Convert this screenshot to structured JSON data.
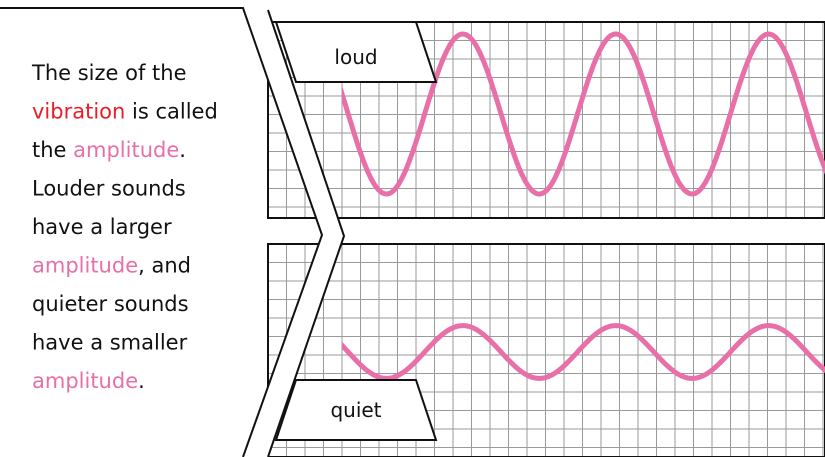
{
  "text_panel": {
    "lines": [
      [
        {
          "t": "The size of the",
          "c": "default"
        }
      ],
      [
        {
          "t": "vibration",
          "c": "red"
        },
        {
          "t": " is called",
          "c": "default"
        }
      ],
      [
        {
          "t": "the ",
          "c": "default"
        },
        {
          "t": "amplitude",
          "c": "pink"
        },
        {
          "t": ".",
          "c": "default"
        }
      ],
      [
        {
          "t": "Louder sounds",
          "c": "default"
        }
      ],
      [
        {
          "t": "have a larger",
          "c": "default"
        }
      ],
      [
        {
          "t": "amplitude",
          "c": "pink"
        },
        {
          "t": ", and",
          "c": "default"
        }
      ],
      [
        {
          "t": "quieter sounds",
          "c": "default"
        }
      ],
      [
        {
          "t": "have a smaller",
          "c": "default"
        }
      ],
      [
        {
          "t": "amplitude",
          "c": "pink"
        },
        {
          "t": ".",
          "c": "default"
        }
      ]
    ]
  },
  "waves": {
    "loud": {
      "label": "loud",
      "cycles": 3.5,
      "amplitude": 1.0
    },
    "quiet": {
      "label": "quiet",
      "cycles": 3.5,
      "amplitude": 0.33
    }
  },
  "colors": {
    "default": "#111111",
    "red": "#ee1c24",
    "pink": "#e86fa8",
    "wave": "#e86fa8",
    "grid": "#9a9a9a",
    "frame": "#111111"
  }
}
